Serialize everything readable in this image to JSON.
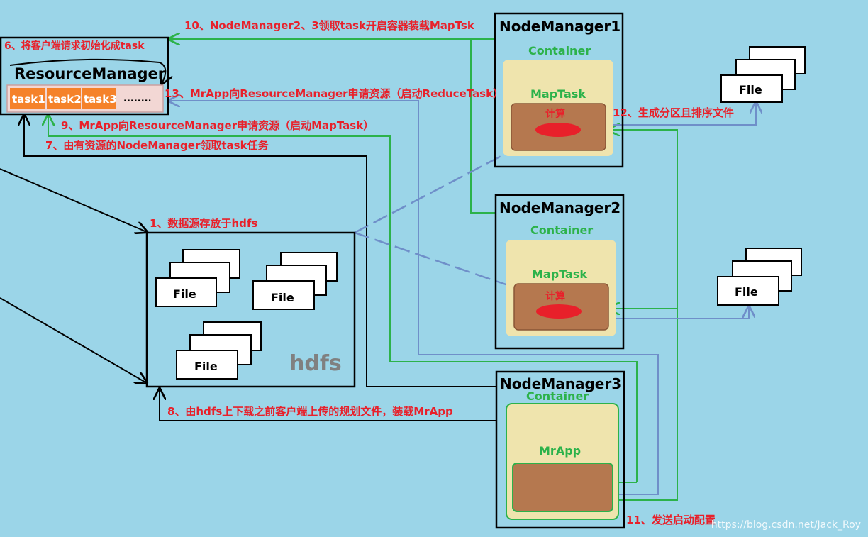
{
  "resource_manager": {
    "title": "ResourceManager",
    "tasks": [
      "task1",
      "task2",
      "task3",
      "........"
    ]
  },
  "node_managers": [
    {
      "title": "NodeManager1",
      "container": "Container",
      "task": "MapTask",
      "compute": "计算"
    },
    {
      "title": "NodeManager2",
      "container": "Container",
      "task": "MapTask",
      "compute": "计算"
    },
    {
      "title": "NodeManager3",
      "container": "Container",
      "task": "MrApp"
    }
  ],
  "hdfs": {
    "label": "hdfs",
    "file_label": "File"
  },
  "output_files": {
    "file_label": "File"
  },
  "steps": {
    "s1": "1、数据源存放于hdfs",
    "s6": "6、将客户端请求初始化成task",
    "s7": "7、由有资源的NodeManager领取task任务",
    "s8": "8、由hdfs上下载之前客户端上传的规划文件，装载MrApp",
    "s9": "9、MrApp向ResourceManager申请资源（启动MapTask）",
    "s10": "10、NodeManager2、3领取task开启容器装载MapTsk",
    "s11": "11、发送启动配置",
    "s12": "12、生成分区且排序文件",
    "s13": "13、MrApp向ResourceManager申请资源（启动ReduceTask）"
  },
  "watermark": "https://blog.csdn.net/Jack_Roy",
  "colors": {
    "background": "#9bd5e8",
    "step_text": "#e8202a",
    "green_line": "#2cb24a",
    "blue_line": "#6f8fc9",
    "task_orange": "#f5822a",
    "container_fill": "#efe4ad",
    "compute_fill": "#b5784f",
    "ellipse_red": "#e8202a"
  }
}
